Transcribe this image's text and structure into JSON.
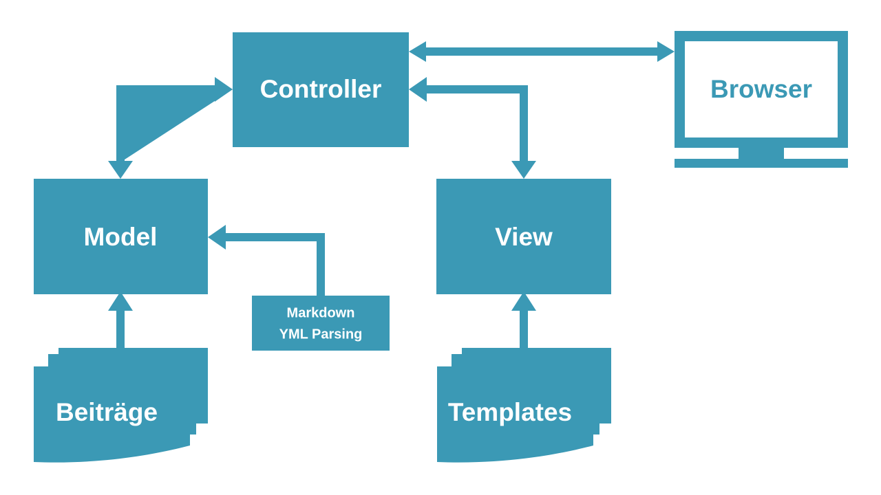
{
  "diagram": {
    "title": "MVC architecture with Browser, Model, View, Controller",
    "colors": {
      "accent": "#3b99b5",
      "background": "#ffffff",
      "label_on_fill": "#ffffff"
    },
    "nodes": {
      "controller": {
        "label": "Controller",
        "shape": "rectangle"
      },
      "browser": {
        "label": "Browser",
        "shape": "monitor"
      },
      "model": {
        "label": "Model",
        "shape": "rectangle"
      },
      "view": {
        "label": "View",
        "shape": "rectangle"
      },
      "parsing": {
        "label_line1": "Markdown",
        "label_line2": "YML Parsing",
        "shape": "rectangle"
      },
      "beitraege": {
        "label": "Beiträge",
        "shape": "multi-document"
      },
      "templates": {
        "label": "Templates",
        "shape": "multi-document"
      }
    },
    "connectors": [
      {
        "name": "controller-browser",
        "from": "controller",
        "to": "browser",
        "style": "double-arrow-horizontal"
      },
      {
        "name": "controller-model",
        "from": "controller",
        "to": "model",
        "style": "double-arrow-elbow-left-down"
      },
      {
        "name": "view-controller",
        "from": "view",
        "to": "controller",
        "style": "double-arrow-elbow-left-down"
      },
      {
        "name": "parsing-model",
        "from": "parsing",
        "to": "model",
        "style": "arrow-elbow-up-left"
      },
      {
        "name": "beitraege-model",
        "from": "beitraege",
        "to": "model",
        "style": "arrow-up"
      },
      {
        "name": "templates-view",
        "from": "templates",
        "to": "view",
        "style": "arrow-up"
      }
    ]
  }
}
